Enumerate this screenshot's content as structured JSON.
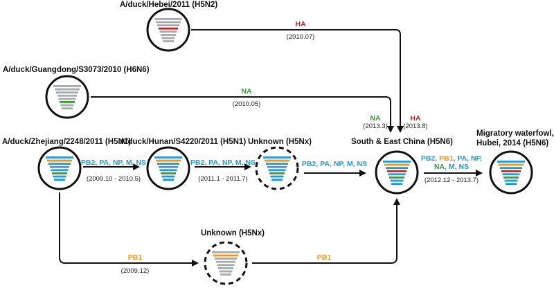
{
  "colors": {
    "PB2": "#1f9bd7",
    "PB1": "#f7941d",
    "PA": "#1f9bd7",
    "HA": "#b3282d",
    "NP": "#1f9bd7",
    "NA": "#3a9a3a",
    "M": "#1f9bd7",
    "NS": "#1f9bd7",
    "gray": "#a7a9ac",
    "ha_red": "#b3282d",
    "na_green": "#3a9a3a",
    "pb1_orange": "#f7941d",
    "internal_blue": "#1f9bd7",
    "h5_blue": "#5b8fc7"
  },
  "nodes": {
    "hebei": {
      "title": "A/duck/Hebei/2011 (H5N2)"
    },
    "guangdong": {
      "title": "A/duck/Guangdong/S3073/2010 (H6N6)"
    },
    "zhejiang": {
      "title": "A/duck/Zhejiang/2248/2011 (H5N1)"
    },
    "hunan": {
      "title": "A/duck/Hunan/S4220/2011 (H5N1)"
    },
    "unknown1": {
      "title": "Unknown (H5Nx)"
    },
    "southeast": {
      "title": "South & East China (H5N6)"
    },
    "migratory": {
      "title_line1": "Migratory waterfowl,",
      "title_line2": "Hubei, 2014 (H5N6)"
    },
    "unknown2": {
      "title": "Unknown (H5Nx)"
    }
  },
  "edges": {
    "hebei_to_se": {
      "segment": "HA",
      "date": "(2010.07)"
    },
    "guangdong_to_se": {
      "segment": "NA",
      "date": "(2010.05)"
    },
    "se_na": {
      "segment": "NA",
      "date": "(2013.3)"
    },
    "se_ha": {
      "segment": "HA",
      "date": "(2013.8)"
    },
    "zhejiang_to_hunan": {
      "segments": "PB2, PA, NP, M, NS",
      "date": "(2009.10 - 2010.5)"
    },
    "hunan_to_unknown1": {
      "segments": "PB2, PA, NP, M, NS",
      "date": "(2011.1 - 2011.7)"
    },
    "unknown1_to_se": {
      "segments": "PB2, PA, NP, M, NS"
    },
    "se_to_migratory": {
      "line1": {
        "pb2": "PB2",
        "sep1": ", ",
        "pb1": "PB1",
        "sep2": ", ",
        "pa": "PA",
        "sep3": ", ",
        "np": "NP",
        "sep4": ","
      },
      "line2": {
        "na": "NA",
        "sep1": ", ",
        "m": "M",
        "sep2": ", ",
        "ns": "NS"
      },
      "date": "(2012.12 - 2013.7)"
    },
    "zhejiang_to_unknown2": {
      "segment": "PB1",
      "date": "(2009.12)"
    },
    "unknown2_to_se": {
      "segment": "PB1"
    }
  },
  "virus_segments": {
    "hebei": [
      "gray",
      "gray",
      "gray",
      "HA",
      "gray",
      "gray",
      "gray",
      "gray"
    ],
    "guangdong": [
      "gray",
      "gray",
      "gray",
      "gray",
      "gray",
      "NA",
      "gray",
      "gray"
    ],
    "zhejiang": [
      "PB2",
      "PB1",
      "PA",
      "H5",
      "NP",
      "NA",
      "M",
      "NS"
    ],
    "hunan": [
      "PB2",
      "PB1",
      "PA",
      "H5",
      "NP",
      "NA",
      "M",
      "NS"
    ],
    "unknown1": [
      "PB2",
      "PB1",
      "PA",
      "H5",
      "NP",
      "NA",
      "M",
      "NS"
    ],
    "southeast": [
      "PB2",
      "PB1",
      "PA",
      "HA",
      "NP",
      "NA",
      "M",
      "NS"
    ],
    "migratory": [
      "PB2",
      "PB1",
      "PA",
      "HA",
      "NP",
      "NA",
      "M",
      "NS"
    ],
    "unknown2": [
      "gray",
      "PB1",
      "gray",
      "gray",
      "gray",
      "gray",
      "gray",
      "gray"
    ]
  }
}
